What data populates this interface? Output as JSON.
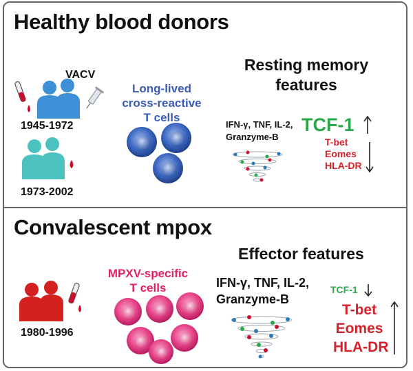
{
  "healthy": {
    "title": "Healthy blood donors",
    "vaccine_label": "VACV",
    "cohort_1_years": "1945-1972",
    "cohort_2_years": "1973-2002",
    "cell_label": [
      "Long-lived",
      "cross-reactive",
      "T cells"
    ],
    "features_title": [
      "Resting memory",
      "features"
    ],
    "cytokines": [
      "IFN-γ, TNF, IL-2,",
      "Granzyme-B"
    ],
    "up_marker": "TCF-1",
    "down_markers": [
      "T-bet",
      "Eomes",
      "HLA-DR"
    ]
  },
  "mpox": {
    "title": "Convalescent mpox",
    "cohort_years": "1980-1996",
    "cell_label": [
      "MPXV-specific",
      "T cells"
    ],
    "features_title": "Effector features",
    "cytokines": [
      "IFN-γ, TNF, IL-2,",
      "Granzyme-B"
    ],
    "down_marker": "TCF-1",
    "up_markers": [
      "T-bet",
      "Eomes",
      "HLA-DR"
    ]
  },
  "colors": {
    "blue_person": "#3d8fd6",
    "teal_person": "#4cc2c0",
    "red_person": "#d4201f",
    "blue_cell": "#3c68c2",
    "pink_cell": "#e8438a",
    "green_text": "#2aa84a",
    "red_text": "#d6202a"
  }
}
